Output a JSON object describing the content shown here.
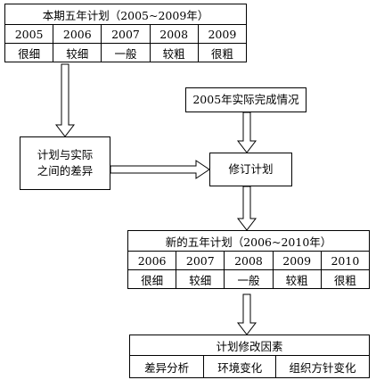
{
  "current_plan": {
    "title": "本期五年计划（2005~2009年）",
    "years": [
      "2005",
      "2006",
      "2007",
      "2008",
      "2009"
    ],
    "levels": [
      "很细",
      "较细",
      "一般",
      "较粗",
      "很粗"
    ]
  },
  "actual_status": "2005年实际完成情况",
  "gap": {
    "line1": "计划与实际",
    "line2": "之间的差异"
  },
  "revise": "修订计划",
  "new_plan": {
    "title": "新的五年计划（2006~2010年）",
    "years": [
      "2006",
      "2007",
      "2008",
      "2009",
      "2010"
    ],
    "levels": [
      "很细",
      "较细",
      "一般",
      "较粗",
      "很粗"
    ]
  },
  "factors": {
    "title": "计划修改因素",
    "items": [
      "差异分析",
      "环境变化",
      "组织方针变化"
    ]
  }
}
